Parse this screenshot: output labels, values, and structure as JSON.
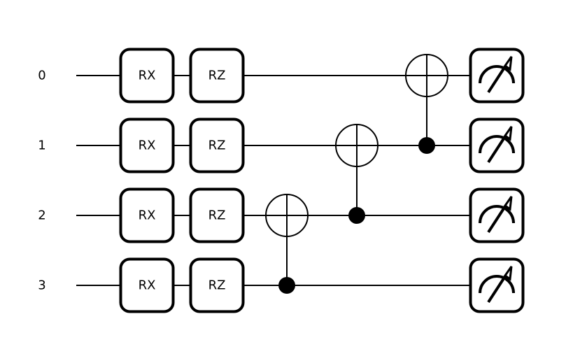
{
  "wires": [
    {
      "label": "0"
    },
    {
      "label": "1"
    },
    {
      "label": "2"
    },
    {
      "label": "3"
    }
  ],
  "gates": [
    {
      "type": "RX",
      "label": "RX",
      "wire": 0,
      "step": 0
    },
    {
      "type": "RX",
      "label": "RX",
      "wire": 1,
      "step": 0
    },
    {
      "type": "RX",
      "label": "RX",
      "wire": 2,
      "step": 0
    },
    {
      "type": "RX",
      "label": "RX",
      "wire": 3,
      "step": 0
    },
    {
      "type": "RZ",
      "label": "RZ",
      "wire": 0,
      "step": 1
    },
    {
      "type": "RZ",
      "label": "RZ",
      "wire": 1,
      "step": 1
    },
    {
      "type": "RZ",
      "label": "RZ",
      "wire": 2,
      "step": 1
    },
    {
      "type": "RZ",
      "label": "RZ",
      "wire": 3,
      "step": 1
    },
    {
      "type": "CNOT",
      "control": 3,
      "target": 2,
      "step": 2
    },
    {
      "type": "CNOT",
      "control": 2,
      "target": 1,
      "step": 3
    },
    {
      "type": "CNOT",
      "control": 1,
      "target": 0,
      "step": 4
    },
    {
      "type": "measure",
      "icon": "meter-icon",
      "wire": 0,
      "step": 5
    },
    {
      "type": "measure",
      "icon": "meter-icon",
      "wire": 1,
      "step": 5
    },
    {
      "type": "measure",
      "icon": "meter-icon",
      "wire": 2,
      "step": 5
    },
    {
      "type": "measure",
      "icon": "meter-icon",
      "wire": 3,
      "step": 5
    }
  ]
}
